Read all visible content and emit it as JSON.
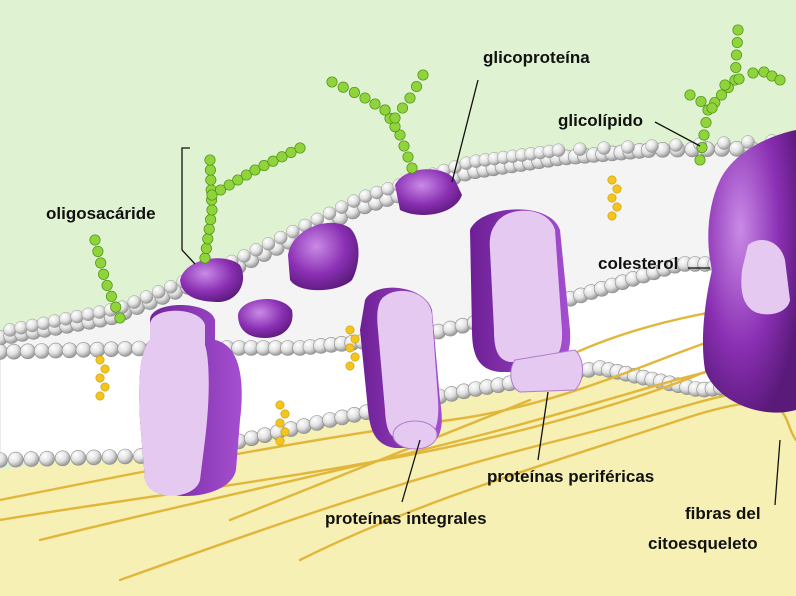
{
  "labels": {
    "glycoprotein": "glicoproteína",
    "glycolipid": "glicolípido",
    "oligosaccharide": "oligosacáride",
    "cholesterol": "colesterol",
    "peripheral_proteins": "proteínas periféricas",
    "integral_proteins": "proteínas integrales",
    "cytoskeleton_fibers_line1": "fibras del",
    "cytoskeleton_fibers_line2": "citoesqueleto"
  },
  "colors": {
    "background_extracellular": "#dff3d2",
    "background_cytoplasm": "#f6f0b5",
    "phospholipid_head": "#e6e6e6",
    "protein_purple": "#8a2fb3",
    "protein_light": "#e4c6ef",
    "sugar_green": "#8fd43a",
    "cholesterol_yellow": "#f3c51e",
    "fiber": "#e2b63a"
  }
}
